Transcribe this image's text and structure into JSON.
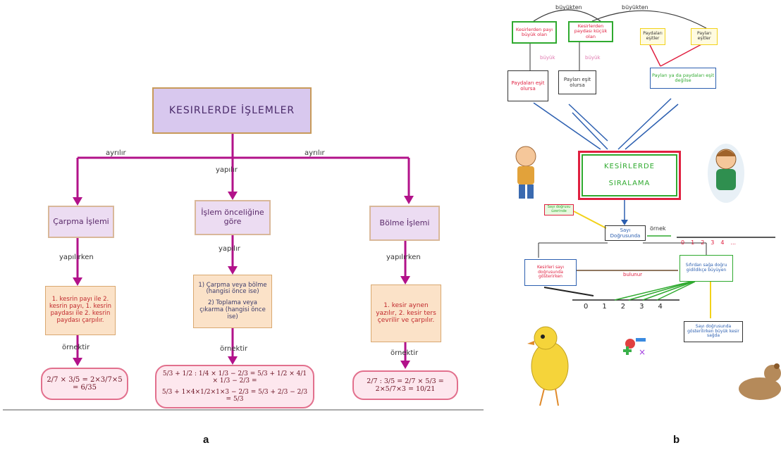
{
  "panel_a": {
    "caption": "a",
    "title": "KESIRLERDE İŞLEMLER",
    "label_ayrilir_left": "ayrılır",
    "label_ayrilir_right": "ayrılır",
    "label_yapilir_top": "yapılır",
    "branches": [
      {
        "title": "Çarpma İşlemi",
        "connector": "yapılırken",
        "rule": "1. kesrin payı ile 2. kesrin payı, 1. kesrin paydası ile 2. kesrin paydası çarpılır.",
        "example_label": "örnektir",
        "example": "2/7 × 3/5 = 2×3/7×5 = 6/35"
      },
      {
        "title": "İşlem önceliğine göre",
        "connector": "yapılır",
        "rule_1": "1) Çarpma veya bölme (hangisi önce ise)",
        "rule_2": "2) Toplama veya çıkarma (hangisi önce ise)",
        "example_label": "örnektir",
        "example_line1": "5/3 + 1/2 : 1/4 × 1/3 − 2/3 = 5/3 + 1/2 × 4/1 × 1/3 − 2/3 =",
        "example_line2": "5/3 + 1×4×1/2×1×3 − 2/3 = 5/3 + 2/3 − 2/3 = 5/3"
      },
      {
        "title": "Bölme İşlemi",
        "connector": "yapılırken",
        "rule": "1. kesir aynen yazılır, 2. kesir ters çevrilir ve çarpılır.",
        "example_label": "örnektir",
        "example": "2/7 : 3/5 = 2/7 × 5/3 = 2×5/7×3 = 10/21"
      }
    ]
  },
  "panel_b": {
    "caption": "b",
    "title_line1": "KESİRLERDE",
    "title_line2": "SIRALAMA",
    "top_arc_left": "büyükten",
    "top_arc_right": "büyükten",
    "top_boxes": [
      "Kesirlerden payı büyük olan",
      "Kesirlerden paydası küçük olan",
      "Paydaları eşitler",
      "Payları eşitler"
    ],
    "mid_boxes": [
      "Paydaları eşit olursa",
      "Payları eşit olursa",
      "Payları ya da paydaları eşit değilse"
    ],
    "label_buyuk_1": "büyük",
    "label_buyuk_2": "büyük",
    "label_ornek": "örnek",
    "label_bulunur": "bulunur",
    "left_small_box": "Sayı doğrusu üzerinde",
    "center_box": "Sayı Doğrusunda",
    "lower_left_box": "Kesirleri sayı doğrusunda gösterirken",
    "lower_right_box": "Sıfırdan sağa doğru gidildikçe büyüyen",
    "bottom_box": "Sayı doğrusunda gösterilirken büyük kesir sağda",
    "number_line_top": [
      "0",
      "1",
      "2",
      "3",
      "4",
      "..."
    ],
    "number_line_bottom": [
      "0",
      "1",
      "2",
      "3",
      "4"
    ],
    "colors": {
      "green": "#2faa2f",
      "red": "#e02040",
      "blue": "#2c5fb0",
      "yellow": "#f2d21a"
    }
  }
}
